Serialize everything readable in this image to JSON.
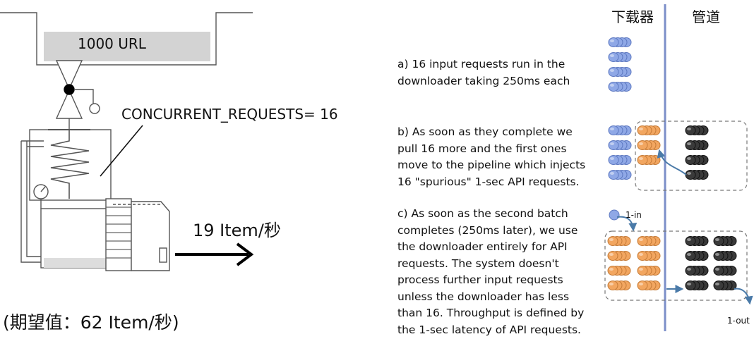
{
  "machine": {
    "tank_label": "1000 URL",
    "concurrency_label": "CONCURRENT_REQUESTS= 16",
    "throughput_label": "19 Item/秒",
    "expected_label": "(期望值：62 Item/秒)"
  },
  "columns": {
    "downloader": "下载器",
    "pipeline": "管道"
  },
  "steps": [
    {
      "lines": [
        "a) 16 input requests run in the",
        "downloader taking 250ms each"
      ]
    },
    {
      "lines": [
        "b) As soon as they complete we",
        "pull 16 more and the first ones",
        "move to the pipeline which injects",
        "16 \"spurious\" 1-sec API requests."
      ]
    },
    {
      "lines": [
        "c) As soon as the second batch",
        "completes (250ms later), we use",
        "the downloader entirely for API",
        "requests. The system doesn't",
        "process further input requests",
        "unless the downloader has less",
        "than 16. Throughput is defined by",
        "the 1-sec latency of API requests."
      ]
    }
  ],
  "flow_labels": {
    "in": "1-in",
    "out": "1-out"
  },
  "colors": {
    "input_request": "#8fa8e6",
    "pending_request": "#f2a660",
    "api_request": "#3a3a3a",
    "divider": "#7c8fc9"
  }
}
